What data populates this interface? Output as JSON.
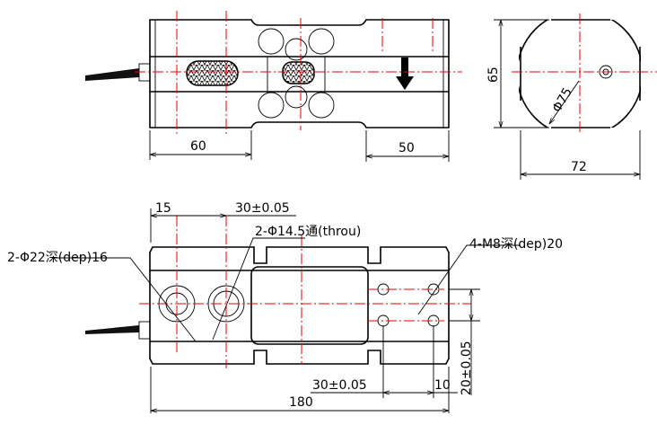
{
  "top_view": {
    "dim_left": "60",
    "dim_right": "50"
  },
  "side_view": {
    "dim_height": "65",
    "dim_width": "72",
    "dim_diameter": "Φ75"
  },
  "bottom_view": {
    "dim_15": "15",
    "dim_pitch_top": "30±0.05",
    "label_counterbore": "2-Φ22深(dep)16",
    "label_through": "2-Φ14.5通(throu)",
    "label_threads": "4-M8深(dep)20",
    "dim_pitch_bottom": "30±0.05",
    "dim_10": "10",
    "dim_20": "20±0.05",
    "dim_length": "180"
  },
  "colors": {
    "outline": "#000000",
    "centerline": "#ee0000"
  }
}
